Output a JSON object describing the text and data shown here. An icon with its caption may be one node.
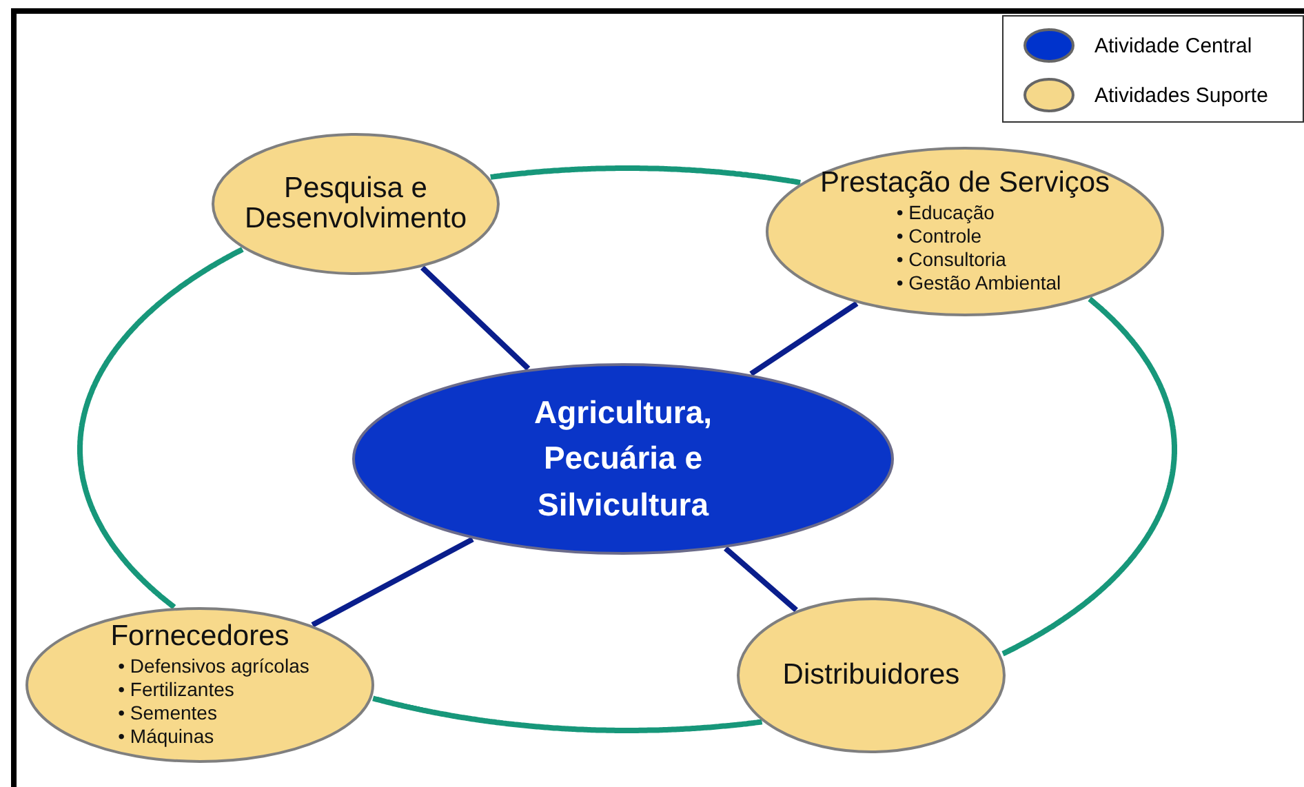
{
  "diagram": {
    "nodes": [
      {
        "text": [
          "Agricultura, Pecuária e Silvicultura"
        ]
      },
      {
        "text": [
          "Pesquisa e Desenvolvimento"
        ]
      },
      {
        "text": [
          "Prestação de Serviços",
          "• Educação",
          "• Controle",
          "• Consultoria",
          "• Gestão Ambiental"
        ]
      },
      {
        "text": [
          "Fornecedores",
          "• Defensivos agrícolas",
          "• Fertilizantes",
          "• Sementes",
          "• Máquinas"
        ]
      },
      {
        "text": [
          "Distribuidores"
        ]
      }
    ],
    "edges": [
      {
        "from": 0,
        "to": 1,
        "arrow": "none",
        "color": "#0a1e8c"
      },
      {
        "from": 0,
        "to": 2,
        "arrow": "none",
        "color": "#0a1e8c"
      },
      {
        "from": 0,
        "to": 3,
        "arrow": "none",
        "color": "#0a1e8c"
      },
      {
        "from": 0,
        "to": 4,
        "arrow": "none",
        "color": "#0a1e8c"
      },
      {
        "from": 1,
        "to": 2,
        "arrow": "none",
        "color": "#17977a"
      },
      {
        "from": 2,
        "to": 4,
        "arrow": "none",
        "color": "#17977a"
      },
      {
        "from": 4,
        "to": 3,
        "arrow": "none",
        "color": "#17977a"
      },
      {
        "from": 3,
        "to": 1,
        "arrow": "none",
        "color": "#17977a"
      }
    ],
    "legend": [
      {
        "text": "Atividade Central",
        "color": "#0033cc"
      },
      {
        "text": "Atividades Suporte",
        "color": "#f5d88a"
      }
    ]
  }
}
